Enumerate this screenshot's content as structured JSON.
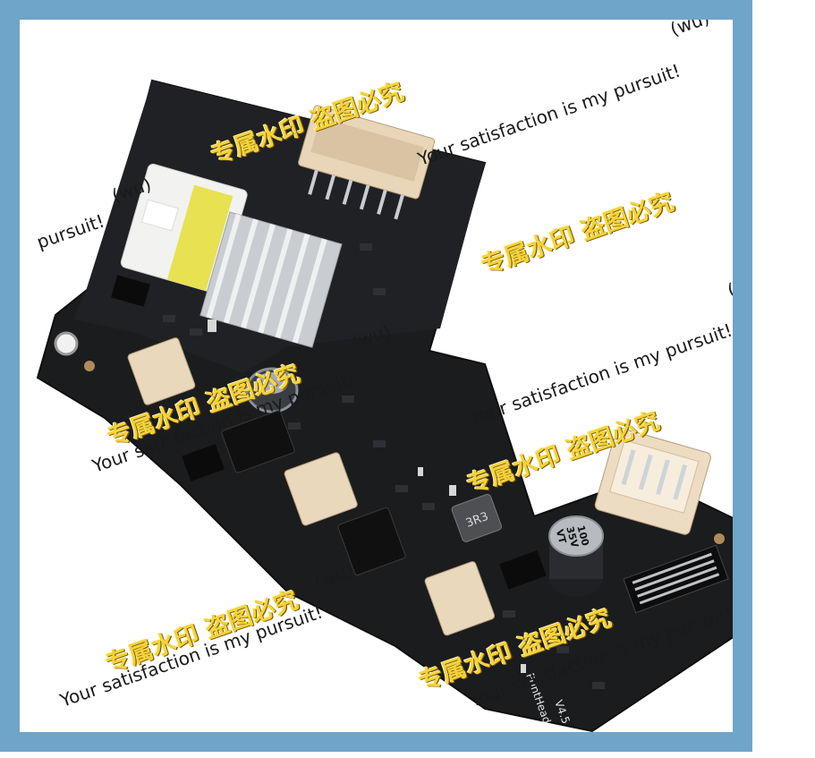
{
  "watermarks": {
    "en_full": "Your satisfaction is my pursuit!",
    "en_pursuit": "pursuit!",
    "en_wu": "(wu)",
    "cn": "专属水印 盗图必究"
  },
  "pcb": {
    "label_cap_value": "100",
    "label_cap_voltage": "35V",
    "label_cap_code": "VT",
    "label_inductor": "3R3",
    "label_board_name": "PrintHead",
    "label_board_version": "V4.5"
  },
  "colors": {
    "frame": "#6fa5c9",
    "pcb": "#1b1c1e",
    "connector": "#ead8bd",
    "heatsink": "#c9ccd0",
    "watermark_cn": "#f4d23b"
  }
}
